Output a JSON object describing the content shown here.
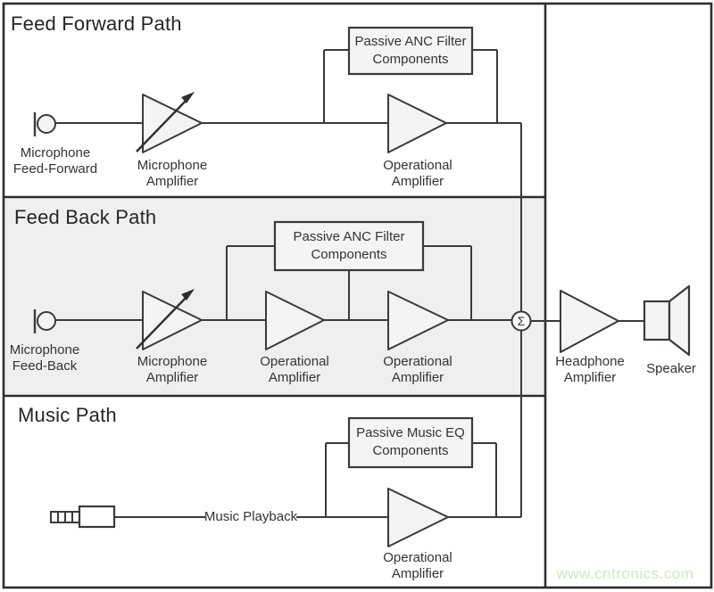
{
  "colors": {
    "line": "#3a3a3a",
    "shape_fill": "#f3f5f4",
    "section_fill": "#eef0ef",
    "background": "#ffffff",
    "watermark": "#cde9c4"
  },
  "sections": {
    "feed_forward": {
      "title": "Feed Forward Path",
      "microphone": {
        "l1": "Microphone",
        "l2": "Feed-Forward"
      },
      "mic_amp": {
        "l1": "Microphone",
        "l2": "Amplifier"
      },
      "filter_box": {
        "l1": "Passive ANC Filter",
        "l2": "Components"
      },
      "op_amp": {
        "l1": "Operational",
        "l2": "Amplifier"
      }
    },
    "feed_back": {
      "title": "Feed Back Path",
      "microphone": {
        "l1": "Microphone",
        "l2": "Feed-Back"
      },
      "mic_amp": {
        "l1": "Microphone",
        "l2": "Amplifier"
      },
      "filter_box": {
        "l1": "Passive ANC Filter",
        "l2": "Components"
      },
      "op_amp_1": {
        "l1": "Operational",
        "l2": "Amplifier"
      },
      "op_amp_2": {
        "l1": "Operational",
        "l2": "Amplifier"
      }
    },
    "music": {
      "title": "Music Path",
      "playback_label": "Music Playback",
      "eq_box": {
        "l1": "Passive Music EQ",
        "l2": "Components"
      },
      "op_amp": {
        "l1": "Operational",
        "l2": "Amplifier"
      }
    },
    "output": {
      "sum_symbol": "Σ",
      "headphone_amp": {
        "l1": "Headphone",
        "l2": "Amplifier"
      },
      "speaker_label": "Speaker"
    }
  },
  "watermark": {
    "text": "www.cntronics.com"
  }
}
